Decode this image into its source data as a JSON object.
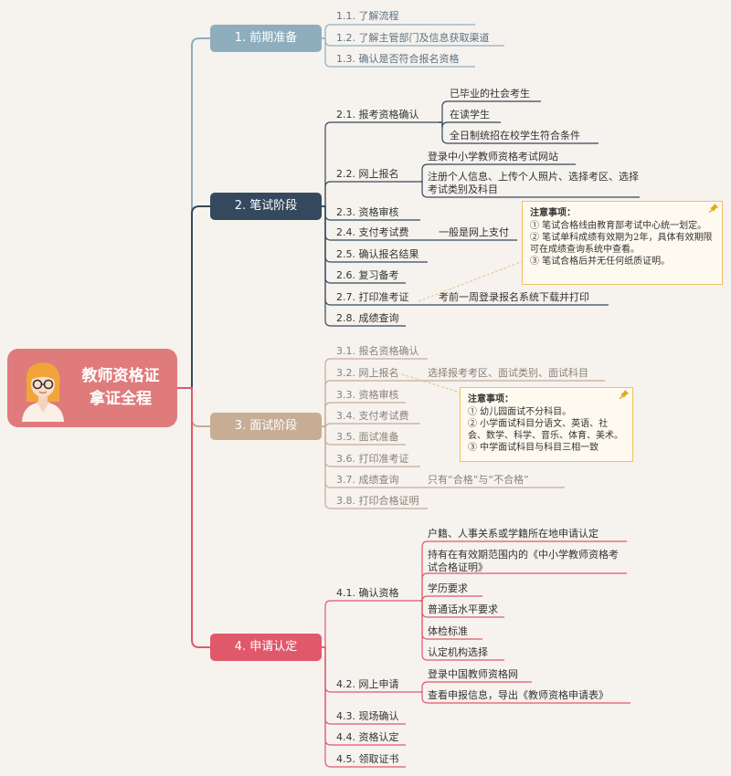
{
  "root": {
    "title_line1": "教师资格证",
    "title_line2": "拿证全程"
  },
  "colors": {
    "b1": "#8eaebd",
    "b2": "#34495e",
    "b3": "#c6ad94",
    "b4": "#e0596b",
    "root": "#df7b7b",
    "note_border": "#f0c060"
  },
  "branches": [
    {
      "label": "1. 前期准备",
      "items": [
        "1.1. 了解流程",
        "1.2. 了解主管部门及信息获取渠道",
        "1.3. 确认是否符合报名资格"
      ]
    },
    {
      "label": "2. 笔试阶段",
      "items": [
        {
          "label": "2.1. 报考资格确认",
          "children": [
            "已毕业的社会考生",
            "在读学生",
            "全日制统招在校学生符合条件"
          ]
        },
        {
          "label": "2.2. 网上报名",
          "children": [
            "登录中小学教师资格考试网站",
            "注册个人信息、上传个人照片、选择考区、选择考试类别及科目"
          ]
        },
        {
          "label": "2.3. 资格审核"
        },
        {
          "label": "2.4. 支付考试费",
          "children": [
            "一般是网上支付"
          ]
        },
        {
          "label": "2.5. 确认报名结果"
        },
        {
          "label": "2.6. 复习备考"
        },
        {
          "label": "2.7. 打印准考证",
          "children": [
            "考前一周登录报名系统下载并打印"
          ]
        },
        {
          "label": "2.8. 成绩查询"
        }
      ]
    },
    {
      "label": "3. 面试阶段",
      "items": [
        {
          "label": "3.1. 报名资格确认"
        },
        {
          "label": "3.2. 网上报名",
          "children": [
            "选择报考考区、面试类别、面试科目"
          ]
        },
        {
          "label": "3.3. 资格审核"
        },
        {
          "label": "3.4. 支付考试费"
        },
        {
          "label": "3.5. 面试准备"
        },
        {
          "label": "3.6. 打印准考证"
        },
        {
          "label": "3.7. 成绩查询",
          "children": [
            "只有“合格”与“不合格”"
          ]
        },
        {
          "label": "3.8. 打印合格证明"
        }
      ]
    },
    {
      "label": "4. 申请认定",
      "items": [
        {
          "label": "4.1. 确认资格",
          "children": [
            "户籍、人事关系或学籍所在地申请认定",
            "持有在有效期范围内的《中小学教师资格考试合格证明》",
            "学历要求",
            "普通话水平要求",
            "体检标准",
            "认定机构选择"
          ]
        },
        {
          "label": "4.2. 网上申请",
          "children": [
            "登录中国教师资格网",
            "查看申报信息，导出《教师资格申请表》"
          ]
        },
        {
          "label": "4.3. 现场确认"
        },
        {
          "label": "4.4. 资格认定"
        },
        {
          "label": "4.5. 领取证书"
        }
      ]
    }
  ],
  "notes": [
    {
      "title": "注意事项：",
      "lines": [
        "① 笔试合格线由教育部考试中心统一划定。",
        "② 笔试单科成绩有效期为2年，具体有效期限可在成绩查询系统中查看。",
        "③ 笔试合格后并无任何纸质证明。"
      ]
    },
    {
      "title": "注意事项：",
      "lines": [
        "① 幼儿园面试不分科目。",
        "② 小学面试科目分语文、英语、社会、数学、科学、音乐、体育、美术。",
        "③ 中学面试科目与科目三相一致"
      ]
    }
  ]
}
